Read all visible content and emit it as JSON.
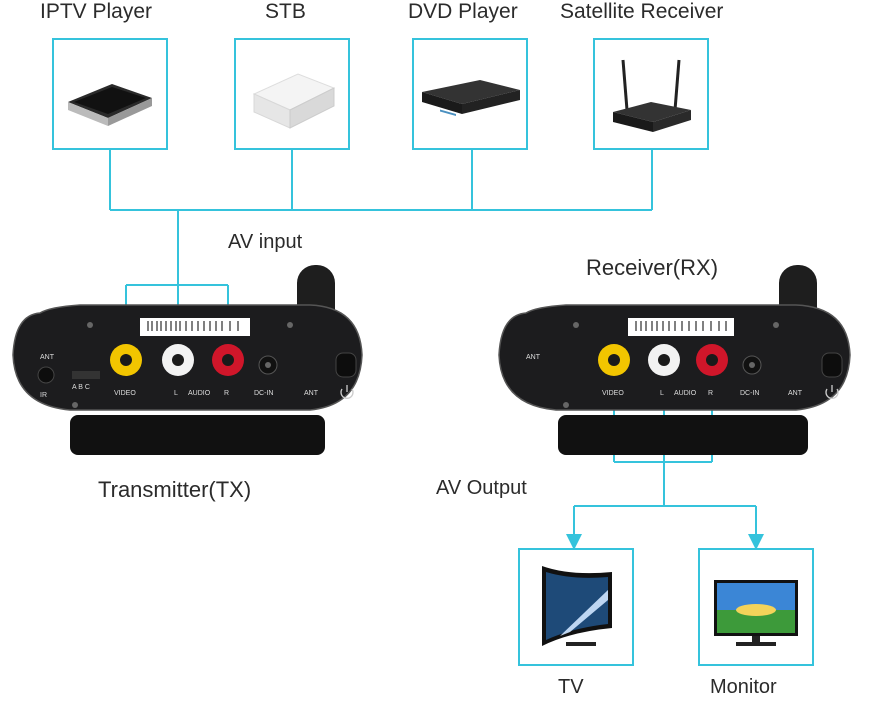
{
  "sources": [
    {
      "label": "IPTV Player",
      "icon": "iptv-box-icon"
    },
    {
      "label": "STB",
      "icon": "stb-box-icon"
    },
    {
      "label": "DVD Player",
      "icon": "dvd-player-icon"
    },
    {
      "label": "Satellite Receiver",
      "icon": "satellite-receiver-icon"
    }
  ],
  "av_input_label": "AV input",
  "av_output_label": "AV Output",
  "transmitter": {
    "title": "Transmitter(TX)",
    "labels": {
      "ant": "ANT",
      "ir": "IR",
      "abc": "A B C",
      "video": "VIDEO",
      "l": "L",
      "audio": "AUDIO",
      "r": "R",
      "dcin": "DC-IN",
      "ant2": "ANT"
    }
  },
  "receiver": {
    "title": "Receiver(RX)",
    "labels": {
      "ant": "ANT",
      "video": "VIDEO",
      "l": "L",
      "audio": "AUDIO",
      "r": "R",
      "dcin": "DC-IN",
      "ant2": "ANT"
    }
  },
  "outputs": [
    {
      "label": "TV",
      "icon": "tv-icon"
    },
    {
      "label": "Monitor",
      "icon": "monitor-icon"
    }
  ],
  "colors": {
    "accent": "#35c3dc",
    "device_body": "#1c1c1e",
    "rca_yellow": "#f2c500",
    "rca_white": "#f2f2f2",
    "rca_red": "#d0162a"
  }
}
